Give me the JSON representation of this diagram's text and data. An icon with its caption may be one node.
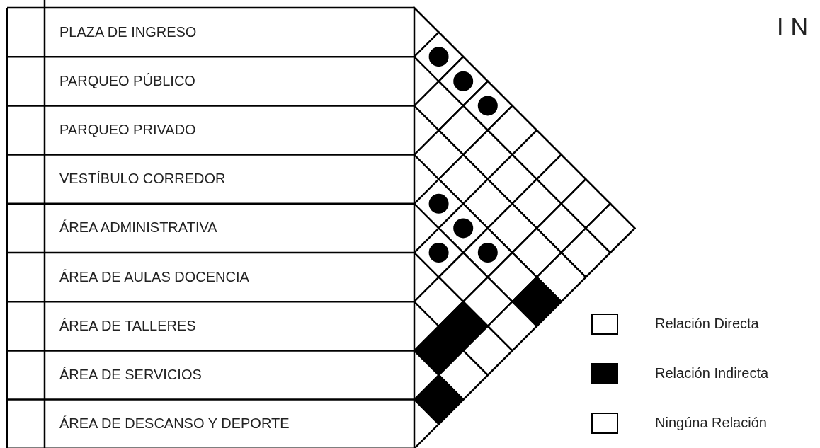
{
  "diagram": {
    "title": "IN",
    "labels": [
      "PLAZA DE INGRESO",
      "PARQUEO PÚBLICO",
      "PARQUEO PRIVADO",
      "VESTÍBULO CORREDOR",
      "ÁREA ADMINISTRATIVA",
      "ÁREA DE AULAS DOCENCIA",
      "ÁREA DE TALLERES",
      "ÁREA DE SERVICIOS",
      "ÁREA DE DESCANSO Y DEPORTE"
    ],
    "legend": [
      {
        "text": "Relación Directa",
        "color": "#ffffff"
      },
      {
        "text": "Relación Indirecta",
        "color": "#000000"
      },
      {
        "text": "Ningúna Relación",
        "color": "#ffffff"
      }
    ]
  }
}
